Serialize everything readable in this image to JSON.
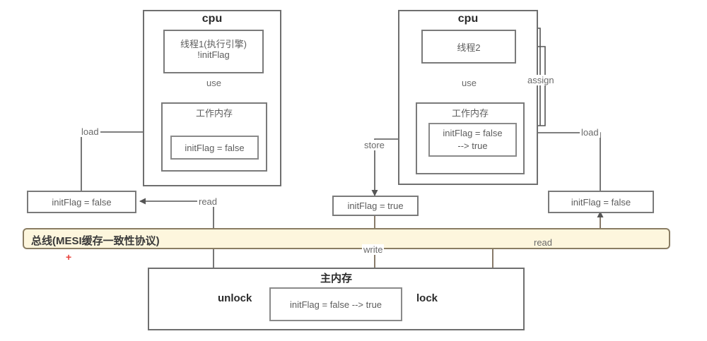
{
  "diagram": {
    "title_left_cpu": "cpu",
    "title_right_cpu": "cpu",
    "thread1": {
      "line1": "线程1(执行引擎)",
      "line2": "!initFlag"
    },
    "thread2": {
      "line1": "线程2"
    },
    "working_memory_label": "工作内存",
    "left_working_value": "initFlag = false",
    "right_working_value_line1": "initFlag = false",
    "right_working_value_line2": "--> true",
    "cache_left": "initFlag = false",
    "cache_middle": "initFlag =  true",
    "cache_right": "initFlag = false",
    "bus_label": "总线(MESI缓存一致性协议)",
    "main_memory_label": "主内存",
    "main_memory_value": "initFlag = false --> true",
    "unlock_label": "unlock",
    "lock_label": "lock",
    "edges": {
      "use_left": "use",
      "use_right": "use",
      "assign": "assign",
      "load_left": "load",
      "load_right": "load",
      "store": "store",
      "write": "write",
      "read_left": "read",
      "read_right": "read"
    },
    "cursor_marker": "+",
    "colors": {
      "bus_fill": "#fdf6dd",
      "bus_border": "#8a7d63",
      "box_border": "#6f6f6f",
      "text": "#5d5d5d",
      "marker": "#e8403a"
    }
  }
}
